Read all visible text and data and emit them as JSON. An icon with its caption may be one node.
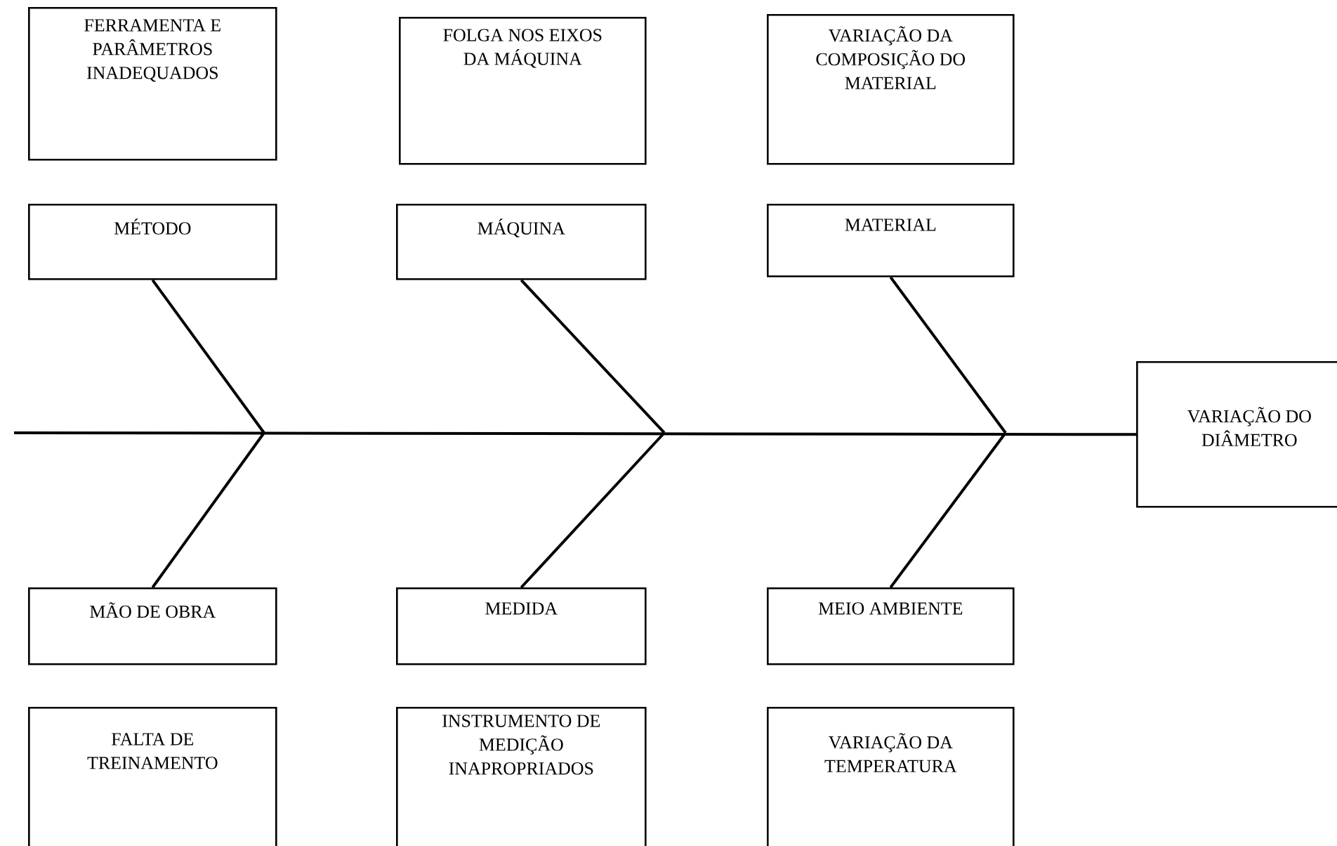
{
  "diagram": {
    "nodes": [
      {
        "text": [
          "FERRAMENTA E PARÂMETROS INADEQUADOS"
        ]
      },
      {
        "text": [
          "FOLGA NOS EIXOS DA MÁQUINA"
        ]
      },
      {
        "text": [
          "VARIAÇÃO DA COMPOSIÇÃO DO MATERIAL"
        ]
      },
      {
        "text": [
          "MÉTODO"
        ]
      },
      {
        "text": [
          "MÁQUINA"
        ]
      },
      {
        "text": [
          "MATERIAL"
        ]
      },
      {
        "text": [
          "VARIAÇÃO DO DIÂMETRO"
        ]
      },
      {
        "text": [
          "MÃO DE OBRA"
        ]
      },
      {
        "text": [
          "MEDIDA"
        ]
      },
      {
        "text": [
          "MEIO AMBIENTE"
        ]
      },
      {
        "text": [
          "FALTA DE TREINAMENTO"
        ]
      },
      {
        "text": [
          "INSTRUMENTO DE MEDIÇÃO INAPROPRIADOS"
        ]
      },
      {
        "text": [
          "VARIAÇÃO DA TEMPERATURA"
        ]
      }
    ],
    "edges": [
      {
        "from": null,
        "to": 6,
        "arrow": "none"
      },
      {
        "from": 3,
        "to": null,
        "arrow": "none"
      },
      {
        "from": 4,
        "to": null,
        "arrow": "none"
      },
      {
        "from": 5,
        "to": null,
        "arrow": "none"
      },
      {
        "from": 7,
        "to": null,
        "arrow": "none"
      },
      {
        "from": 8,
        "to": null,
        "arrow": "none"
      },
      {
        "from": 9,
        "to": null,
        "arrow": "none"
      }
    ]
  }
}
